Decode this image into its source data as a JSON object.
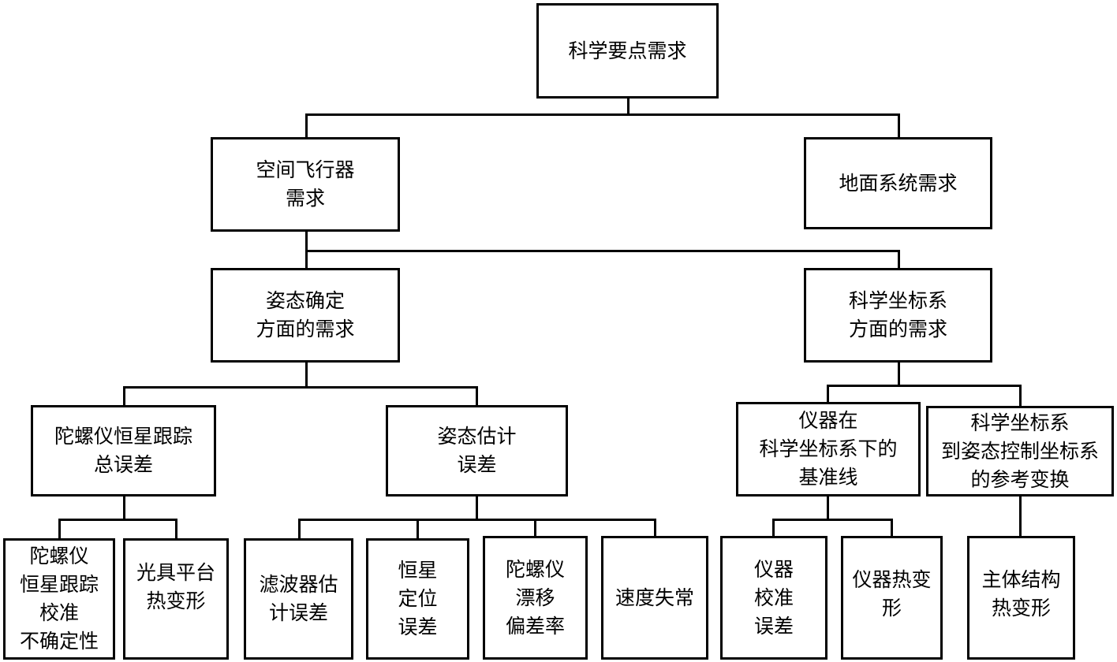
{
  "diagram": {
    "type": "tree",
    "colors": {
      "line": "#000000",
      "box_fill": "#ffffff",
      "text": "#000000"
    },
    "nodes": {
      "root": {
        "label": "科学要点需求"
      },
      "spacecraft": {
        "label": "空间飞行器\n需求"
      },
      "ground": {
        "label": "地面系统需求"
      },
      "attitude_determination": {
        "label": "姿态确定\n方面的需求"
      },
      "science_frame": {
        "label": "科学坐标系\n方面的需求"
      },
      "gyro_star_total": {
        "label": "陀螺仪恒星跟踪\n总误差"
      },
      "attitude_estimation": {
        "label": "姿态估计\n误差"
      },
      "instrument_baseline": {
        "label": "仪器在\n科学坐标系下的\n基准线"
      },
      "frame_transform": {
        "label": "科学坐标系\n到姿态控制坐标系\n的参考变换"
      },
      "gyro_star_calib": {
        "label": "陀螺仪\n恒星跟踪\n校准\n不确定性"
      },
      "optical_bench_thermal": {
        "label": "光具平台\n热变形"
      },
      "filter_error": {
        "label": "滤波器估\n计误差"
      },
      "star_position_error": {
        "label": "恒星\n定位\n误差"
      },
      "gyro_drift_rate": {
        "label": "陀螺仪\n漂移\n偏差率"
      },
      "velocity_anomaly": {
        "label": "速度失常"
      },
      "instrument_calib_error": {
        "label": "仪器\n校准\n误差"
      },
      "instrument_thermal": {
        "label": "仪器热变\n形"
      },
      "main_structure_thermal": {
        "label": "主体结构\n热变形"
      }
    },
    "edges": [
      [
        "root",
        "spacecraft"
      ],
      [
        "root",
        "ground"
      ],
      [
        "spacecraft",
        "attitude_determination"
      ],
      [
        "spacecraft",
        "science_frame"
      ],
      [
        "attitude_determination",
        "gyro_star_total"
      ],
      [
        "attitude_determination",
        "attitude_estimation"
      ],
      [
        "science_frame",
        "instrument_baseline"
      ],
      [
        "science_frame",
        "frame_transform"
      ],
      [
        "gyro_star_total",
        "gyro_star_calib"
      ],
      [
        "gyro_star_total",
        "optical_bench_thermal"
      ],
      [
        "attitude_estimation",
        "filter_error"
      ],
      [
        "attitude_estimation",
        "star_position_error"
      ],
      [
        "attitude_estimation",
        "gyro_drift_rate"
      ],
      [
        "attitude_estimation",
        "velocity_anomaly"
      ],
      [
        "instrument_baseline",
        "instrument_calib_error"
      ],
      [
        "instrument_baseline",
        "instrument_thermal"
      ],
      [
        "frame_transform",
        "main_structure_thermal"
      ]
    ]
  }
}
